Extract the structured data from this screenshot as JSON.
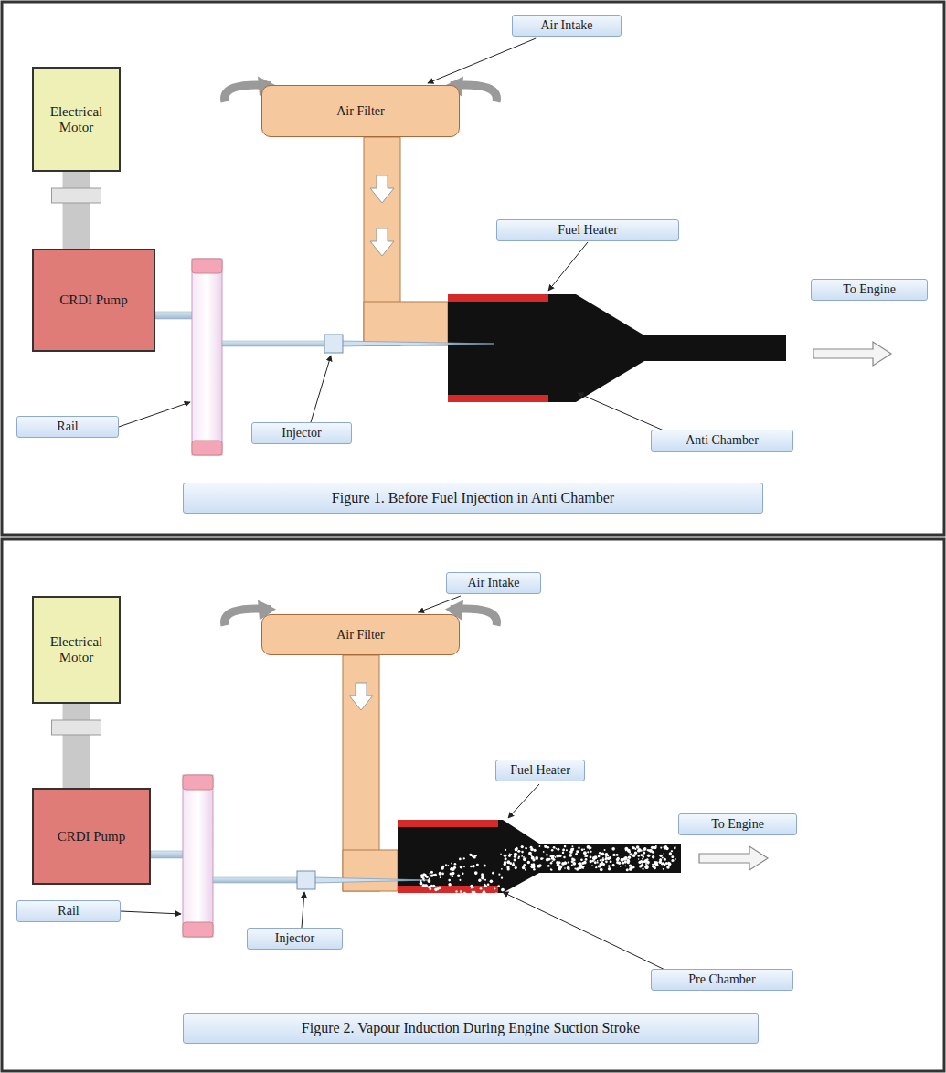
{
  "diagram": {
    "nodes": [
      {
        "text": [
          "Electrical Motor"
        ]
      },
      {
        "text": [
          "CRDI Pump"
        ]
      },
      {
        "text": [
          "Air Filter"
        ]
      },
      {
        "text": [
          "Air Intake"
        ]
      },
      {
        "text": [
          "Fuel Heater"
        ]
      },
      {
        "text": [
          "To Engine"
        ]
      },
      {
        "text": [
          "Rail"
        ]
      },
      {
        "text": [
          "Injector"
        ]
      },
      {
        "text": [
          "Anti Chamber"
        ]
      },
      {
        "text": [
          "Figure 1. Before Fuel Injection in Anti Chamber"
        ]
      },
      {
        "text": [
          "Electrical Motor"
        ]
      },
      {
        "text": [
          "CRDI Pump"
        ]
      },
      {
        "text": [
          "Air Filter"
        ]
      },
      {
        "text": [
          "Air Intake"
        ]
      },
      {
        "text": [
          "Fuel Heater"
        ]
      },
      {
        "text": [
          "To Engine"
        ]
      },
      {
        "text": [
          "Rail"
        ]
      },
      {
        "text": [
          "Injector"
        ]
      },
      {
        "text": [
          "Pre Chamber"
        ]
      },
      {
        "text": [
          "Figure 2. Vapour Induction During Engine Suction Stroke"
        ]
      }
    ],
    "edges": [
      {
        "from": 0,
        "to": 1,
        "arrow": "none"
      },
      {
        "from": 3,
        "to": 2,
        "arrow": "to"
      },
      {
        "from": 10,
        "to": 11,
        "arrow": "none"
      },
      {
        "from": 13,
        "to": 12,
        "arrow": "to"
      }
    ]
  }
}
